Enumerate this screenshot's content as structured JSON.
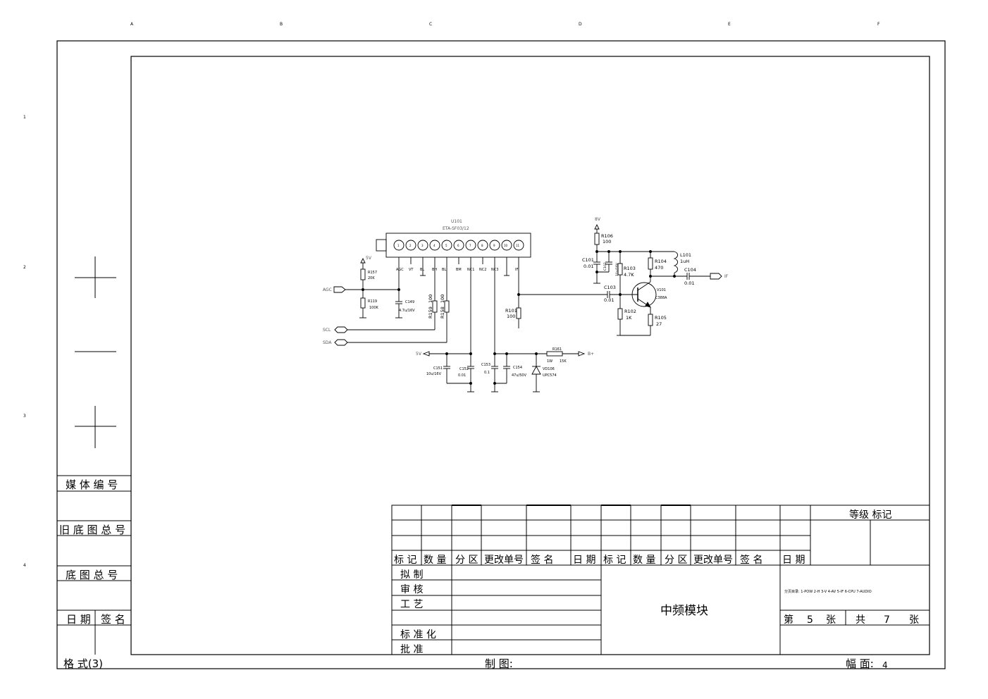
{
  "border": {
    "col_marks": [
      "A",
      "B",
      "C",
      "D",
      "E",
      "F"
    ],
    "row_marks": [
      "1",
      "2",
      "3",
      "4"
    ]
  },
  "left_strip": {
    "media_no": "媒 体 编 号",
    "old_total": "旧 底 图 总 号",
    "base_total": "底 图 总 号",
    "date": "日 期",
    "signature": "签 名",
    "format": "格 式(3)"
  },
  "footer": {
    "drafted": "制  图:",
    "sheet_size": "幅  面:",
    "sheet_size_value": "4"
  },
  "title_block": {
    "revision_headers": [
      "标 记",
      "数 量",
      "分 区",
      "更改单号",
      "签   名",
      "日 期",
      "标 记",
      "数 量",
      "分 区",
      "更改单号",
      "签   名",
      "日 期"
    ],
    "grade_mark": "等级  标记",
    "roles": [
      "拟     制",
      "审     核",
      "工     艺",
      "",
      "标  准  化",
      "批     准"
    ],
    "drawing_title": "中频模块",
    "catalog": "分页目录:  1-POW  2-H  3-V  4-AV  5-IF  6-CPU  7-AUDIO",
    "sheet_no": {
      "prefix": "第",
      "value": "5",
      "unit": "张",
      "total_prefix": "共",
      "total": "7",
      "total_unit": "张"
    }
  },
  "schematic": {
    "module_ref": "U101",
    "module_part": "ETA-SF03/12",
    "pins": [
      "1",
      "2",
      "3",
      "4",
      "5",
      "6",
      "7",
      "8",
      "9",
      "10",
      "11"
    ],
    "pin_names": [
      "AGC",
      "VT",
      "BL",
      "BH",
      "BL",
      "BM",
      "NC1",
      "NC2",
      "NC3",
      "",
      "IF"
    ],
    "ports": [
      "AGC",
      "SCL",
      "SDA",
      "5V",
      "B+",
      "IF"
    ],
    "supply_labels": [
      "5V",
      "8V"
    ],
    "components": {
      "R157": {
        "ref": "R157",
        "value": "20K"
      },
      "R119": {
        "ref": "R119",
        "value": "100K"
      },
      "C149": {
        "ref": "C149",
        "value": "4.7u/16V"
      },
      "R159": {
        "ref": "R159",
        "value": "100"
      },
      "R158": {
        "ref": "R158",
        "value": "100"
      },
      "R101": {
        "ref": "R101",
        "value": "100"
      },
      "C151": {
        "ref": "C151",
        "value": "10u/16V"
      },
      "C152": {
        "ref": "C152",
        "value": "0.01"
      },
      "C153": {
        "ref": "C153",
        "value": "0.1"
      },
      "C154": {
        "ref": "C154",
        "value": "47u/50V"
      },
      "VD106": {
        "ref": "VD106",
        "value": "UPC574"
      },
      "R161": {
        "ref": "R161",
        "value": "15K",
        "power": "1W"
      },
      "R106": {
        "ref": "R106",
        "value": "100"
      },
      "C101": {
        "ref": "C101",
        "value": "0.01"
      },
      "C102": {
        "ref": "C102",
        "value": "10u/16V"
      },
      "R103": {
        "ref": "R103",
        "value": "4.7K"
      },
      "C103": {
        "ref": "C103",
        "value": "0.01"
      },
      "R102": {
        "ref": "R102",
        "value": "1K"
      },
      "V101": {
        "ref": "V101",
        "value": "C388A"
      },
      "R105": {
        "ref": "R105",
        "value": "27"
      },
      "R104": {
        "ref": "R104",
        "value": "470"
      },
      "L101": {
        "ref": "L101",
        "value": "1uH"
      },
      "C104": {
        "ref": "C104",
        "value": "0.01"
      }
    }
  }
}
